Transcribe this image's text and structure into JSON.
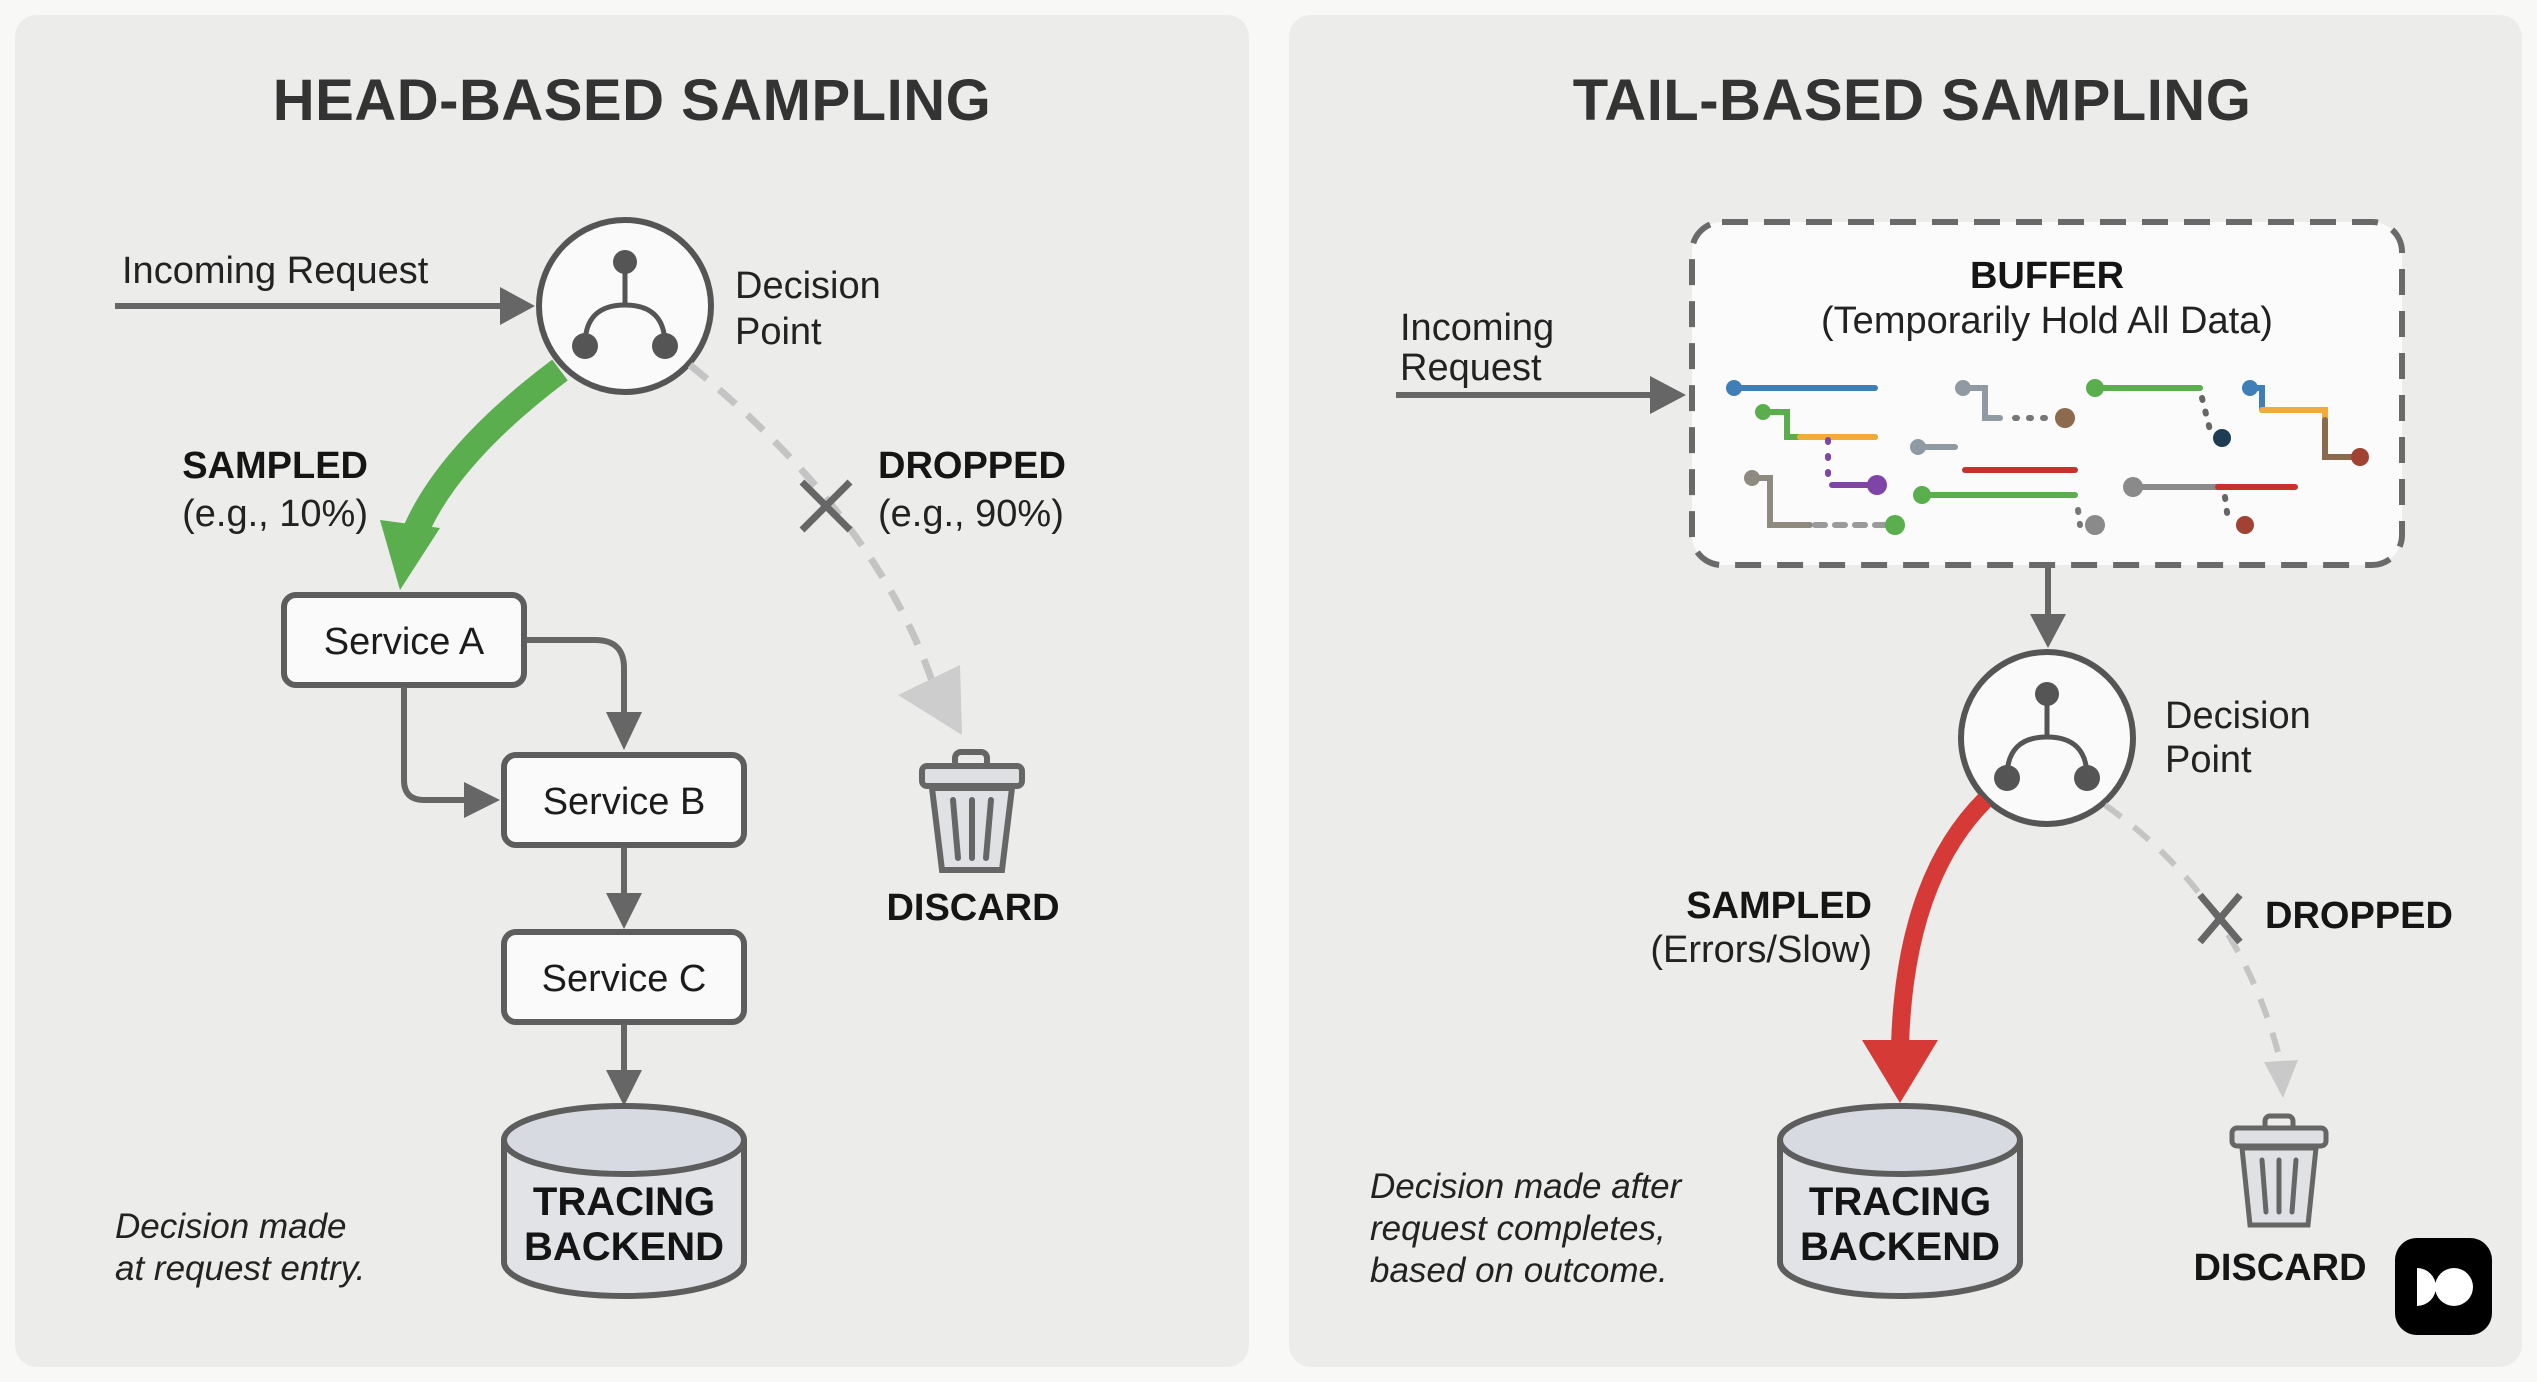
{
  "head": {
    "title": "HEAD-BASED SAMPLING",
    "incoming": "Incoming Request",
    "decision": [
      "Decision",
      "Point"
    ],
    "sampled": "SAMPLED",
    "sampled_detail": "(e.g., 10%)",
    "dropped": "DROPPED",
    "dropped_detail": "(e.g., 90%)",
    "services": [
      "Service A",
      "Service B",
      "Service C"
    ],
    "backend": [
      "TRACING",
      "BACKEND"
    ],
    "discard": "DISCARD",
    "note": [
      "Decision made",
      "at request entry."
    ],
    "sampled_color": "#5aae4e"
  },
  "tail": {
    "title": "TAIL-BASED SAMPLING",
    "incoming": [
      "Incoming",
      "Request"
    ],
    "buffer_title": "BUFFER",
    "buffer_subtitle": "(Temporarily Hold All Data)",
    "decision": [
      "Decision",
      "Point"
    ],
    "sampled": "SAMPLED",
    "sampled_detail": "(Errors/Slow)",
    "dropped": "DROPPED",
    "backend": [
      "TRACING",
      "BACKEND"
    ],
    "discard": "DISCARD",
    "note": [
      "Decision made after",
      "request completes,",
      "based on outcome."
    ],
    "sampled_color": "#d63a36",
    "trace_colors": [
      "#3f7fb8",
      "#5aae4e",
      "#f0ab3a",
      "#7e45a6",
      "#8a8a8a",
      "#8c6a4e",
      "#c8322e",
      "#1f3c55",
      "#a14232"
    ]
  },
  "logo": {
    "icon": "app-logo-icon"
  }
}
